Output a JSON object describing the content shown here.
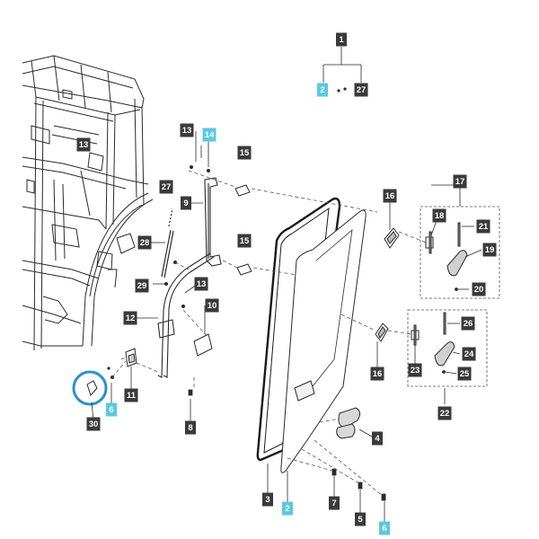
{
  "colors": {
    "callout_dark": "#3a3a3a",
    "callout_highlight": "#5bc8e2",
    "highlight_ring": "#2a8fd4",
    "line": "#2a2a2a"
  },
  "callouts": [
    {
      "id": "c1",
      "label": "1",
      "highlight": false
    },
    {
      "id": "c2a",
      "label": "2",
      "highlight": true
    },
    {
      "id": "c27a",
      "label": "27",
      "highlight": false
    },
    {
      "id": "c13a",
      "label": "13",
      "highlight": false
    },
    {
      "id": "c13b",
      "label": "13",
      "highlight": false
    },
    {
      "id": "c14",
      "label": "14",
      "highlight": true
    },
    {
      "id": "c15a",
      "label": "15",
      "highlight": false
    },
    {
      "id": "c15b",
      "label": "15",
      "highlight": false
    },
    {
      "id": "c27b",
      "label": "27",
      "highlight": false
    },
    {
      "id": "c9",
      "label": "9",
      "highlight": false
    },
    {
      "id": "c28",
      "label": "28",
      "highlight": false
    },
    {
      "id": "c29",
      "label": "29",
      "highlight": false
    },
    {
      "id": "c13c",
      "label": "13",
      "highlight": false
    },
    {
      "id": "c10",
      "label": "10",
      "highlight": false
    },
    {
      "id": "c12",
      "label": "12",
      "highlight": false
    },
    {
      "id": "c11",
      "label": "11",
      "highlight": false
    },
    {
      "id": "c6a",
      "label": "6",
      "highlight": true
    },
    {
      "id": "c30",
      "label": "30",
      "highlight": false
    },
    {
      "id": "c8",
      "label": "8",
      "highlight": false
    },
    {
      "id": "c16a",
      "label": "16",
      "highlight": false
    },
    {
      "id": "c16b",
      "label": "16",
      "highlight": false
    },
    {
      "id": "c17",
      "label": "17",
      "highlight": false
    },
    {
      "id": "c18",
      "label": "18",
      "highlight": false
    },
    {
      "id": "c21",
      "label": "21",
      "highlight": false
    },
    {
      "id": "c19",
      "label": "19",
      "highlight": false
    },
    {
      "id": "c20",
      "label": "20",
      "highlight": false
    },
    {
      "id": "c26",
      "label": "26",
      "highlight": false
    },
    {
      "id": "c24",
      "label": "24",
      "highlight": false
    },
    {
      "id": "c23",
      "label": "23",
      "highlight": false
    },
    {
      "id": "c25",
      "label": "25",
      "highlight": false
    },
    {
      "id": "c22",
      "label": "22",
      "highlight": false
    },
    {
      "id": "c4",
      "label": "4",
      "highlight": false
    },
    {
      "id": "c3",
      "label": "3",
      "highlight": false
    },
    {
      "id": "c2b",
      "label": "2",
      "highlight": true
    },
    {
      "id": "c7",
      "label": "7",
      "highlight": false
    },
    {
      "id": "c5",
      "label": "5",
      "highlight": false
    },
    {
      "id": "c6b",
      "label": "6",
      "highlight": true
    }
  ]
}
